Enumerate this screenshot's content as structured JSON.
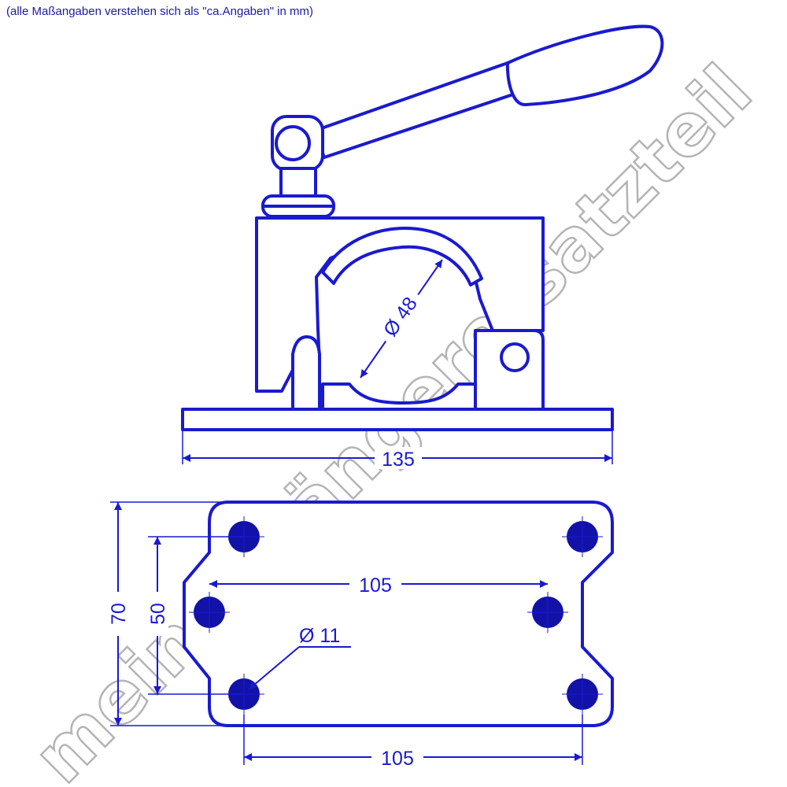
{
  "note": "(alle Maßangaben verstehen sich als \"ca.Angaben\" in mm)",
  "watermark": "meinanhängerersatzteil",
  "colors": {
    "line": "#1a1ad0",
    "fill": "#1212a8",
    "watermark": "#b4b4b4"
  },
  "dimensions": {
    "base_width": "135",
    "tube_diameter": "Ø 48",
    "hole_spacing_top": "105",
    "hole_spacing_bottom": "105",
    "plate_height": "70",
    "inner_height": "50",
    "hole_diameter": "Ø 11"
  }
}
